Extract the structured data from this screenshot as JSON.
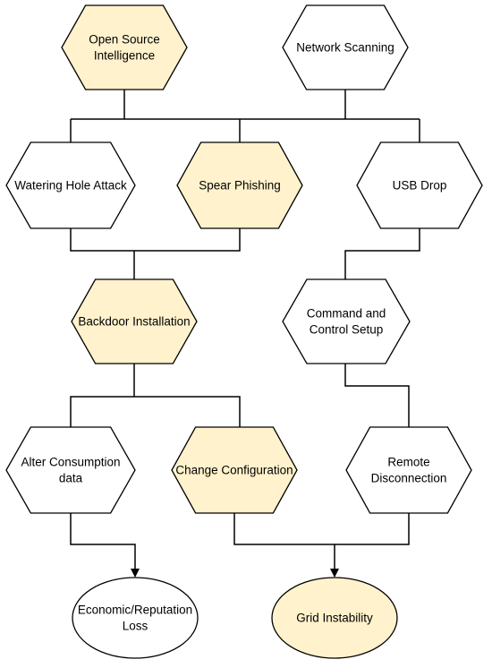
{
  "colors": {
    "highlight": "#FFF2CC",
    "plain": "#FFFFFF",
    "stroke": "#000000"
  },
  "nodes": {
    "osint": {
      "lines": [
        "Open Source",
        "Intelligence"
      ],
      "highlighted": true,
      "shape": "hexagon"
    },
    "network_scanning": {
      "lines": [
        "Network Scanning"
      ],
      "highlighted": false,
      "shape": "hexagon"
    },
    "watering_hole": {
      "lines": [
        "Watering Hole Attack"
      ],
      "highlighted": false,
      "shape": "hexagon"
    },
    "spear_phishing": {
      "lines": [
        "Spear Phishing"
      ],
      "highlighted": true,
      "shape": "hexagon"
    },
    "usb_drop": {
      "lines": [
        "USB Drop"
      ],
      "highlighted": false,
      "shape": "hexagon"
    },
    "backdoor": {
      "lines": [
        "Backdoor Installation"
      ],
      "highlighted": true,
      "shape": "hexagon"
    },
    "command_control": {
      "lines": [
        "Command and",
        "Control Setup"
      ],
      "highlighted": false,
      "shape": "hexagon"
    },
    "alter_consumption": {
      "lines": [
        "Alter Consumption",
        "data"
      ],
      "highlighted": false,
      "shape": "hexagon"
    },
    "change_config": {
      "lines": [
        "Change Configuration"
      ],
      "highlighted": true,
      "shape": "hexagon"
    },
    "remote_disconnection": {
      "lines": [
        "Remote",
        "Disconnection"
      ],
      "highlighted": false,
      "shape": "hexagon"
    },
    "economic_loss": {
      "lines": [
        "Economic/Reputation",
        "Loss"
      ],
      "highlighted": false,
      "shape": "ellipse"
    },
    "grid_instability": {
      "lines": [
        "Grid Instability"
      ],
      "highlighted": true,
      "shape": "ellipse"
    }
  },
  "edges": [
    {
      "from": [
        "osint",
        "network_scanning"
      ],
      "to": [
        "watering_hole",
        "spear_phishing",
        "usb_drop"
      ],
      "arrow": false
    },
    {
      "from": [
        "watering_hole",
        "spear_phishing"
      ],
      "to": [
        "backdoor"
      ],
      "arrow": false
    },
    {
      "from": [
        "usb_drop"
      ],
      "to": [
        "command_control"
      ],
      "arrow": false
    },
    {
      "from": [
        "backdoor"
      ],
      "to": [
        "alter_consumption",
        "change_config"
      ],
      "arrow": false
    },
    {
      "from": [
        "command_control"
      ],
      "to": [
        "remote_disconnection"
      ],
      "arrow": false
    },
    {
      "from": [
        "alter_consumption"
      ],
      "to": [
        "economic_loss"
      ],
      "arrow": true
    },
    {
      "from": [
        "change_config",
        "remote_disconnection"
      ],
      "to": [
        "grid_instability"
      ],
      "arrow": true
    }
  ]
}
